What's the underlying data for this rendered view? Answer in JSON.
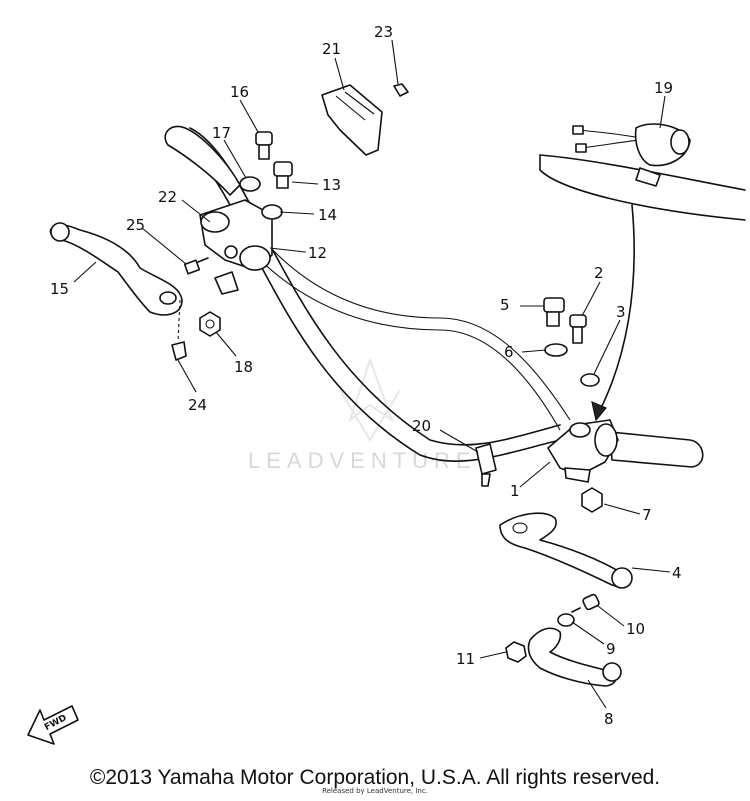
{
  "watermark": "LEADVENTURE",
  "fwd_label": "FWD",
  "copyright": "©2013 Yamaha Motor Corporation, U.S.A. All rights reserved.",
  "credit": "Released by LeadVenture, Inc.",
  "callouts": {
    "n1": "1",
    "n2": "2",
    "n3": "3",
    "n4": "4",
    "n5": "5",
    "n6": "6",
    "n7": "7",
    "n8": "8",
    "n9": "9",
    "n10": "10",
    "n11": "11",
    "n12": "12",
    "n13": "13",
    "n14": "14",
    "n15": "15",
    "n16": "16",
    "n17": "17",
    "n18": "18",
    "n19": "19",
    "n20": "20",
    "n21": "21",
    "n22": "22",
    "n23": "23",
    "n24": "24",
    "n25": "25"
  }
}
